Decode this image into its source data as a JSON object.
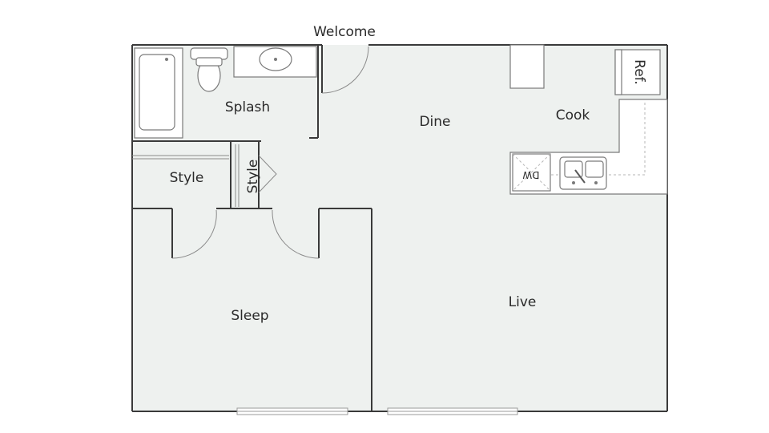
{
  "plan": {
    "entry_label": "Welcome",
    "rooms": {
      "bath": "Splash",
      "dining": "Dine",
      "kitchen": "Cook",
      "closet_left": "Style",
      "closet_hall": "Style",
      "bedroom": "Sleep",
      "living": "Live"
    },
    "appliances": {
      "refrigerator": "Ref.",
      "dishwasher": "DW"
    },
    "colors": {
      "floor": "#eef1ef",
      "wall": "#3a3a3a",
      "fixture": "#7a7a7a"
    }
  }
}
